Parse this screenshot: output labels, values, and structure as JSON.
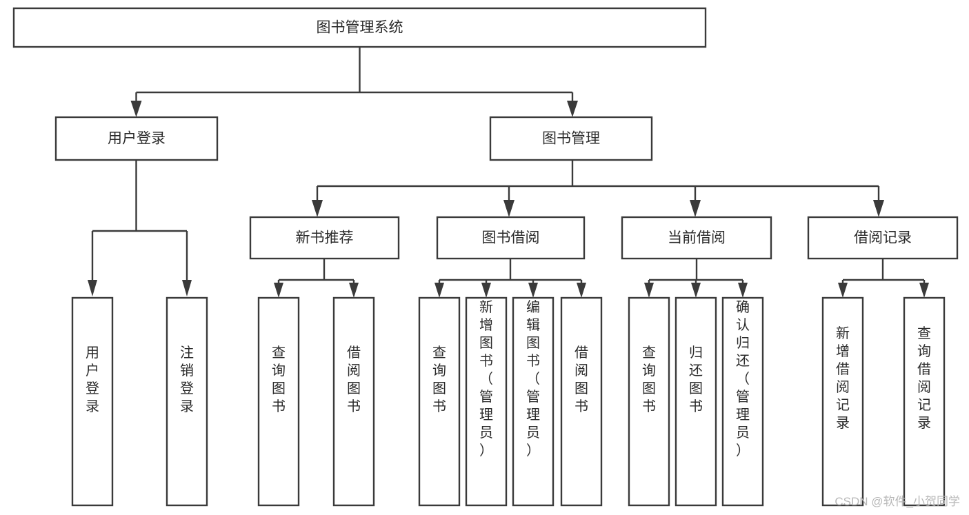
{
  "diagram": {
    "type": "hierarchy-tree",
    "title": "图书管理系统",
    "levels": 4,
    "root": {
      "id": "root",
      "label": "图书管理系统",
      "orientation": "horizontal"
    },
    "level2": [
      {
        "id": "user-login",
        "label": "用户登录",
        "orientation": "horizontal"
      },
      {
        "id": "book-manage",
        "label": "图书管理",
        "orientation": "horizontal"
      }
    ],
    "level3": [
      {
        "id": "new-book-rec",
        "label": "新书推荐",
        "orientation": "horizontal",
        "parent": "book-manage"
      },
      {
        "id": "book-borrow",
        "label": "图书借阅",
        "orientation": "horizontal",
        "parent": "book-manage"
      },
      {
        "id": "current-borrow",
        "label": "当前借阅",
        "orientation": "horizontal",
        "parent": "book-manage"
      },
      {
        "id": "borrow-record",
        "label": "借阅记录",
        "orientation": "horizontal",
        "parent": "book-manage"
      }
    ],
    "leaves": [
      {
        "id": "leaf-user-login",
        "label": "用户登录",
        "orientation": "vertical",
        "parent": "user-login"
      },
      {
        "id": "leaf-user-logout",
        "label": "注销登录",
        "orientation": "vertical",
        "parent": "user-login"
      },
      {
        "id": "leaf-query-book-1",
        "label": "查询图书",
        "orientation": "vertical",
        "parent": "new-book-rec"
      },
      {
        "id": "leaf-borrow-book-1",
        "label": "借阅图书",
        "orientation": "vertical",
        "parent": "new-book-rec"
      },
      {
        "id": "leaf-query-book-2",
        "label": "查询图书",
        "orientation": "vertical",
        "parent": "book-borrow"
      },
      {
        "id": "leaf-add-book",
        "label": "新增图书（管理员）",
        "orientation": "vertical",
        "parent": "book-borrow"
      },
      {
        "id": "leaf-edit-book",
        "label": "编辑图书（管理员）",
        "orientation": "vertical",
        "parent": "book-borrow"
      },
      {
        "id": "leaf-borrow-book-2",
        "label": "借阅图书",
        "orientation": "vertical",
        "parent": "book-borrow"
      },
      {
        "id": "leaf-query-book-3",
        "label": "查询图书",
        "orientation": "vertical",
        "parent": "current-borrow"
      },
      {
        "id": "leaf-return-book",
        "label": "归还图书",
        "orientation": "vertical",
        "parent": "current-borrow"
      },
      {
        "id": "leaf-confirm-return",
        "label": "确认归还（管理员）",
        "orientation": "vertical",
        "parent": "current-borrow"
      },
      {
        "id": "leaf-add-record",
        "label": "新增借阅记录",
        "orientation": "vertical",
        "parent": "borrow-record"
      },
      {
        "id": "leaf-query-record",
        "label": "查询借阅记录",
        "orientation": "vertical",
        "parent": "borrow-record"
      }
    ]
  },
  "watermark": {
    "text": "CSDN @软件_小贺同学"
  },
  "colors": {
    "stroke": "#3a3a3a",
    "box_fill": "#ffffff",
    "text": "#2b2b2b",
    "watermark": "#b8b8b8",
    "background": "#ffffff"
  }
}
